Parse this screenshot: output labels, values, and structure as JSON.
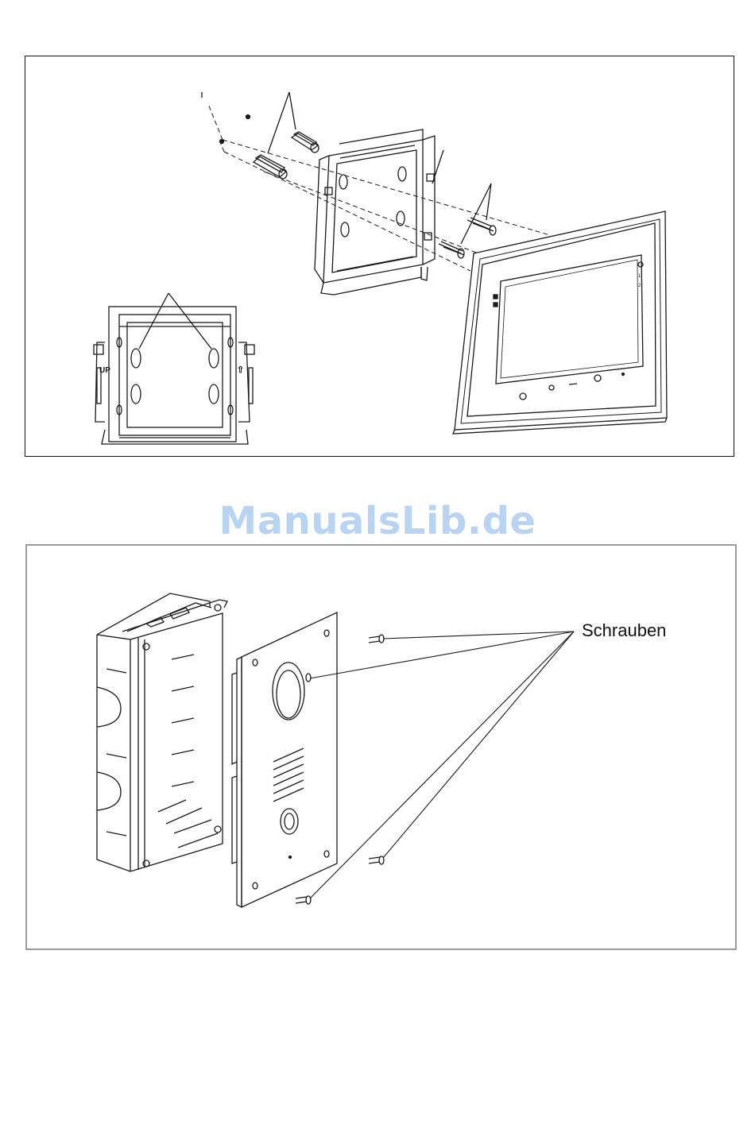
{
  "watermark": {
    "text": "ManualsLib.de"
  },
  "figure_top": {
    "bracket_label_left": "UP",
    "bracket_label_right": "⇧",
    "monitor_indicator_1": "1",
    "monitor_indicator_2": "2"
  },
  "figure_bottom": {
    "callout_label": "Schrauben"
  },
  "colors": {
    "line": "#1a1a1a",
    "watermark": "#b9d4f3",
    "frame_bottom": "#9a9a9a"
  }
}
